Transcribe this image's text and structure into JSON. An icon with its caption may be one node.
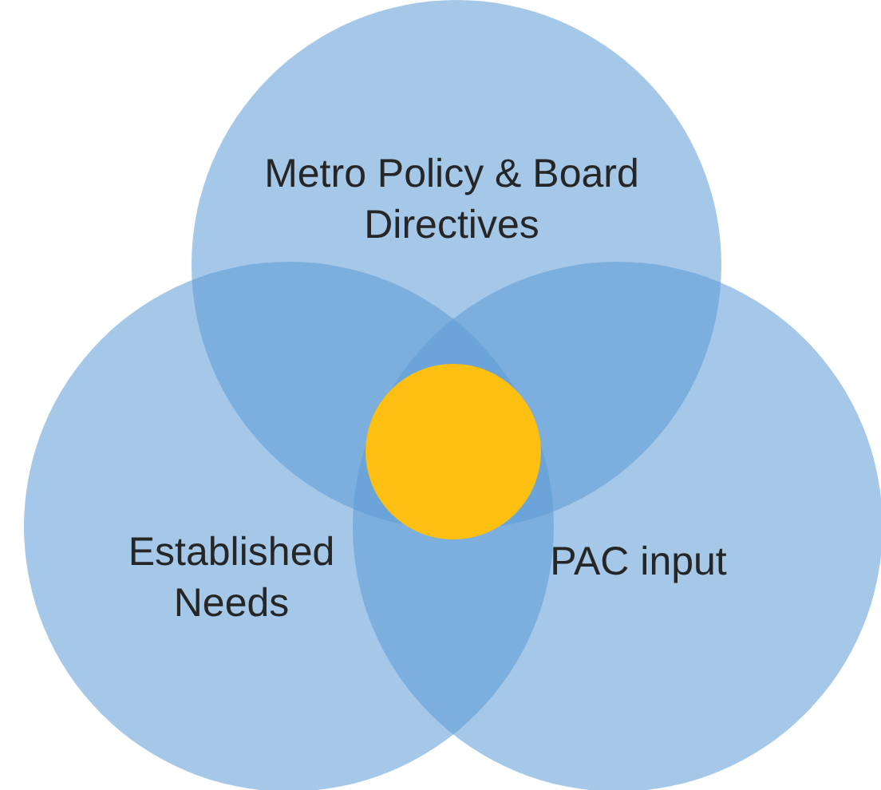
{
  "diagram": {
    "nodes": [
      {
        "text": [
          "Metro Policy & Board Directives"
        ]
      },
      {
        "text": [
          "Established Needs"
        ]
      },
      {
        "text": [
          "PAC input"
        ]
      },
      {
        "text": [],
        "shape": "circle"
      }
    ]
  }
}
